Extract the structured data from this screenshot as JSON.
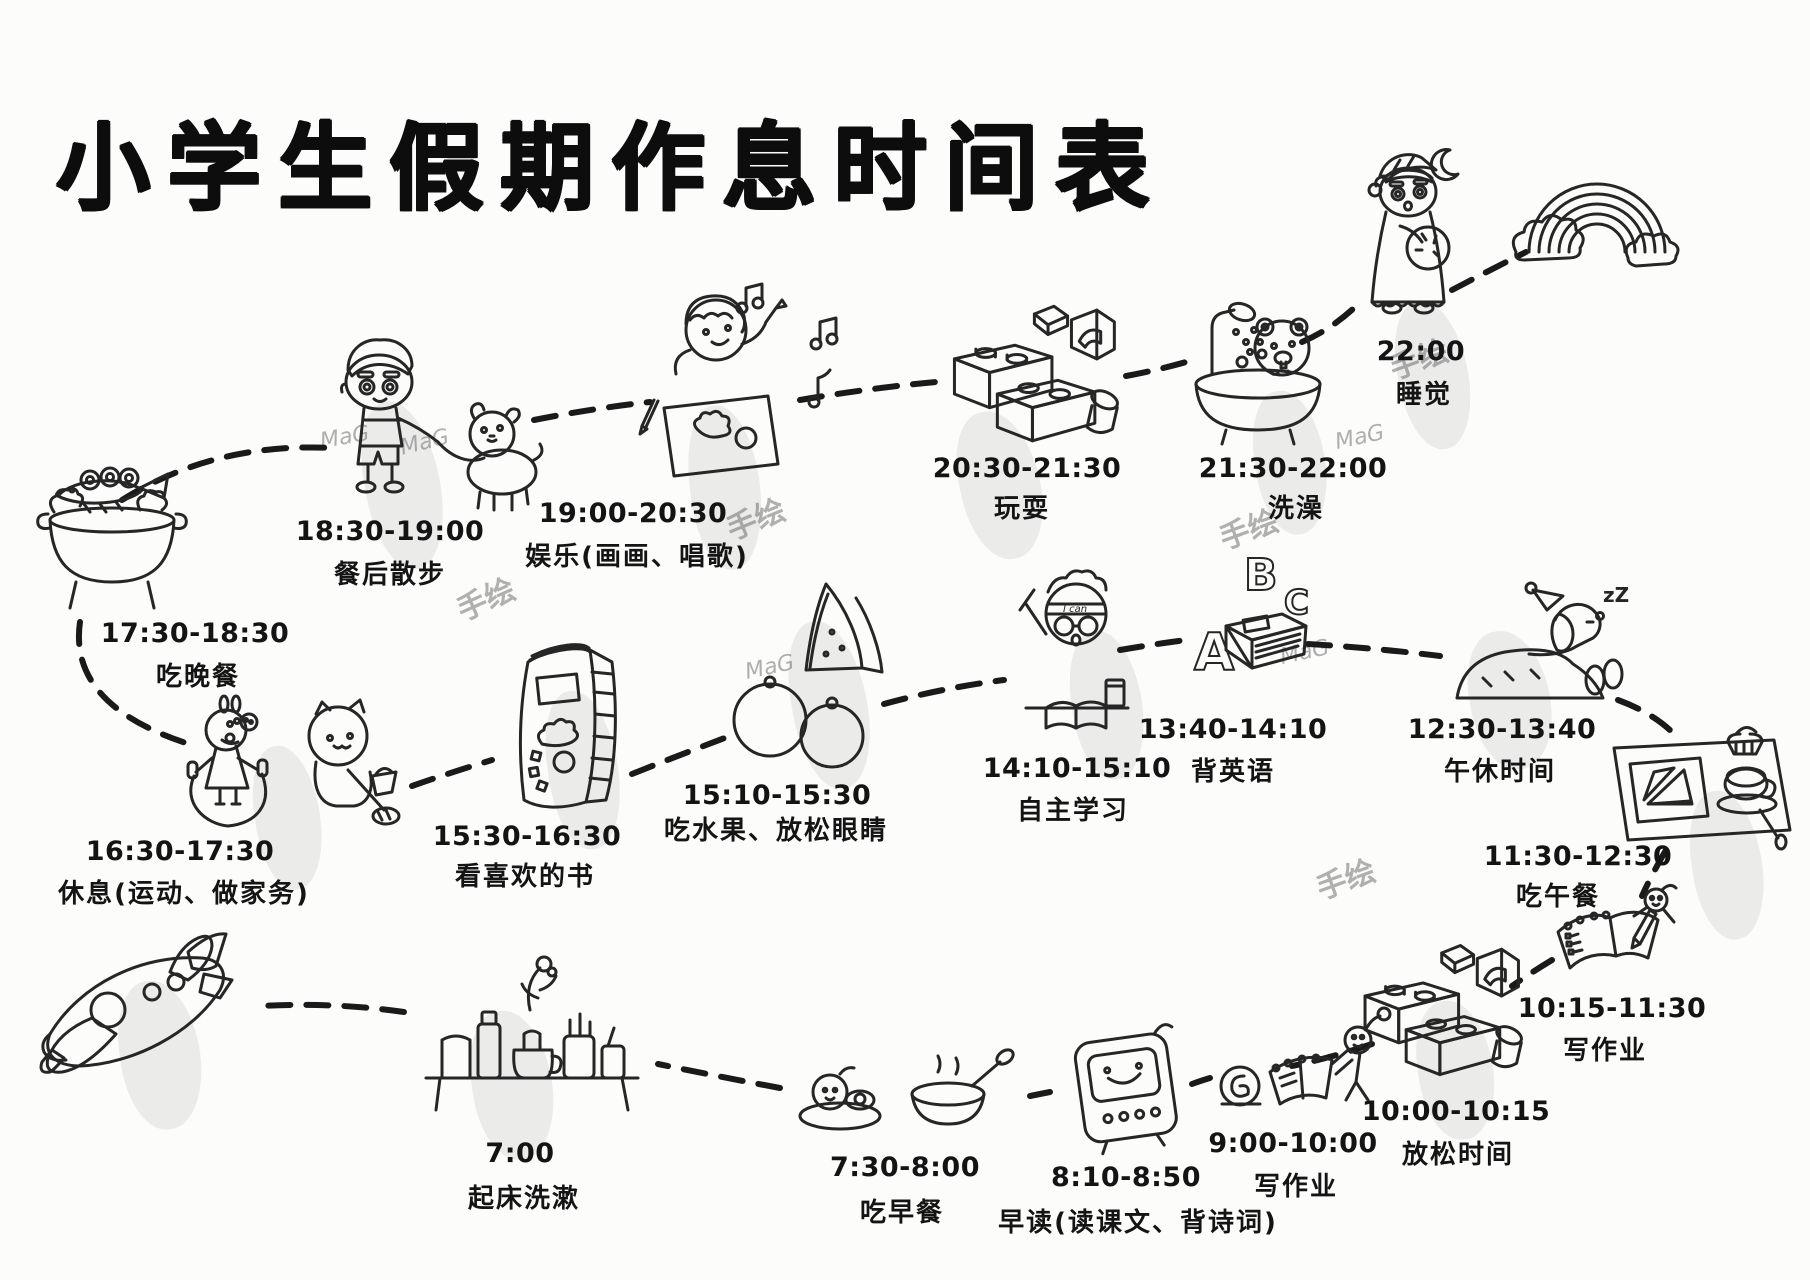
{
  "title": "小学生假期作息时间表",
  "watermark": {
    "signature": "MaG",
    "label": "手绘"
  },
  "illustration_text": {
    "i_can": "I can",
    "zzz": "zZ",
    "letter_a": "A",
    "letter_b": "B",
    "letter_c": "C"
  },
  "colors": {
    "ink": "#262626",
    "music_note_pink": "#eda4c6",
    "music_note_teal": "#6fb8a8",
    "music_note_blue": "#7a98c8",
    "peppa_pink": "#c87f93",
    "rope_blue": "#4a8fd0",
    "fish_pink": "#c4788a",
    "vegetable_green": "#6f9c55",
    "plane_tan": "#ecd5a4",
    "plane_brown": "#6d4a30",
    "shelf_brown": "#9b5a50"
  },
  "events": [
    {
      "id": "wake-up",
      "time": "7:00",
      "label": "起床洗漱",
      "icon": "toiletries-shelf-icon"
    },
    {
      "id": "breakfast",
      "time": "7:30-8:00",
      "label": "吃早餐",
      "icon": "breakfast-icon"
    },
    {
      "id": "morning-reading",
      "time": "8:10-8:50",
      "label": "早读(读课文、背诗词)",
      "icon": "reading-machine-icon"
    },
    {
      "id": "homework-morning",
      "time": "9:00-10:00",
      "label": "写作业",
      "icon": "notebook-clock-icon"
    },
    {
      "id": "relax-break",
      "time": "10:00-10:15",
      "label": "放松时间",
      "icon": "lego-bricks-icon"
    },
    {
      "id": "homework-noon",
      "time": "10:15-11:30",
      "label": "写作业",
      "icon": "notebook-pen-icon"
    },
    {
      "id": "lunch",
      "time": "11:30-12:30",
      "label": "吃午餐",
      "icon": "lunch-tray-icon"
    },
    {
      "id": "noon-nap",
      "time": "12:30-13:40",
      "label": "午休时间",
      "icon": "napping-dog-icon"
    },
    {
      "id": "english",
      "time": "13:40-14:10",
      "label": "背英语",
      "icon": "english-abc-book-icon"
    },
    {
      "id": "self-study",
      "time": "14:10-15:10",
      "label": "自主学习",
      "icon": "studying-boy-icon"
    },
    {
      "id": "fruit-break",
      "time": "15:10-15:30",
      "label": "吃水果、放松眼睛",
      "icon": "fruits-icon"
    },
    {
      "id": "reading-books",
      "time": "15:30-16:30",
      "label": "看喜欢的书",
      "icon": "favorite-book-icon"
    },
    {
      "id": "rest-exercise",
      "time": "16:30-17:30",
      "label": "休息(运动、做家务)",
      "icon": "skipping-pig-mopping-cat-icon"
    },
    {
      "id": "dinner",
      "time": "17:30-18:30",
      "label": "吃晚餐",
      "icon": "hotpot-icon"
    },
    {
      "id": "after-dinner-walk",
      "time": "18:30-19:00",
      "label": "餐后散步",
      "icon": "walking-dog-icon"
    },
    {
      "id": "entertainment",
      "time": "19:00-20:30",
      "label": "娱乐(画画、唱歌)",
      "icon": "drawing-singing-icon"
    },
    {
      "id": "play",
      "time": "20:30-21:30",
      "label": "玩耍",
      "icon": "lego-bricks-icon"
    },
    {
      "id": "bath",
      "time": "21:30-22:00",
      "label": "洗澡",
      "icon": "bath-hamster-icon"
    },
    {
      "id": "sleep",
      "time": "22:00",
      "label": "睡觉",
      "icon": "sleeping-kid-icon"
    }
  ]
}
